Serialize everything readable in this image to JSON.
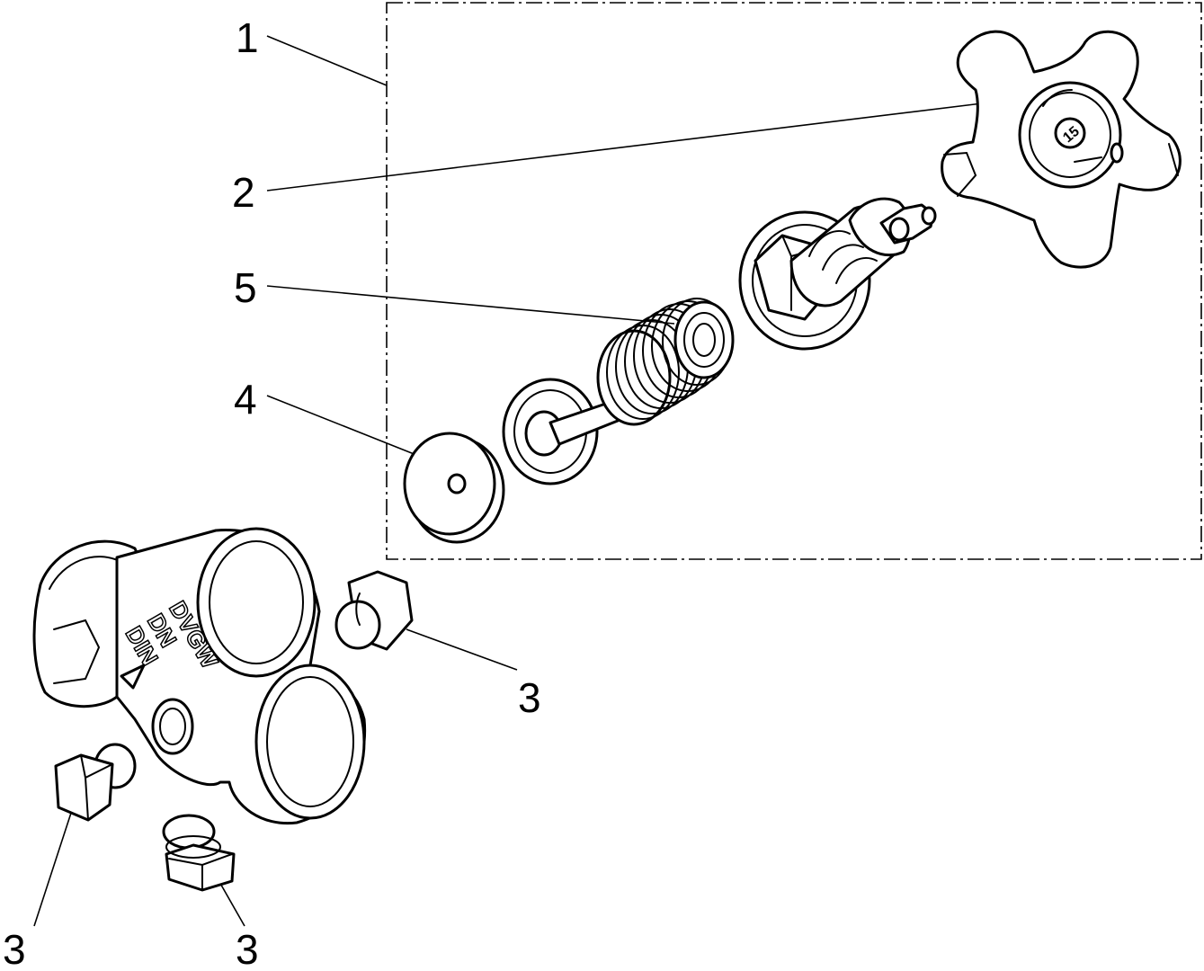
{
  "callouts": {
    "c1": "1",
    "c2": "2",
    "c3a": "3",
    "c3b": "3",
    "c3c": "3",
    "c4": "4",
    "c5": "5"
  },
  "body_markings": {
    "line1": "DVGW",
    "line2": "DN",
    "line3": "DIN"
  },
  "handwheel_marking": "15"
}
